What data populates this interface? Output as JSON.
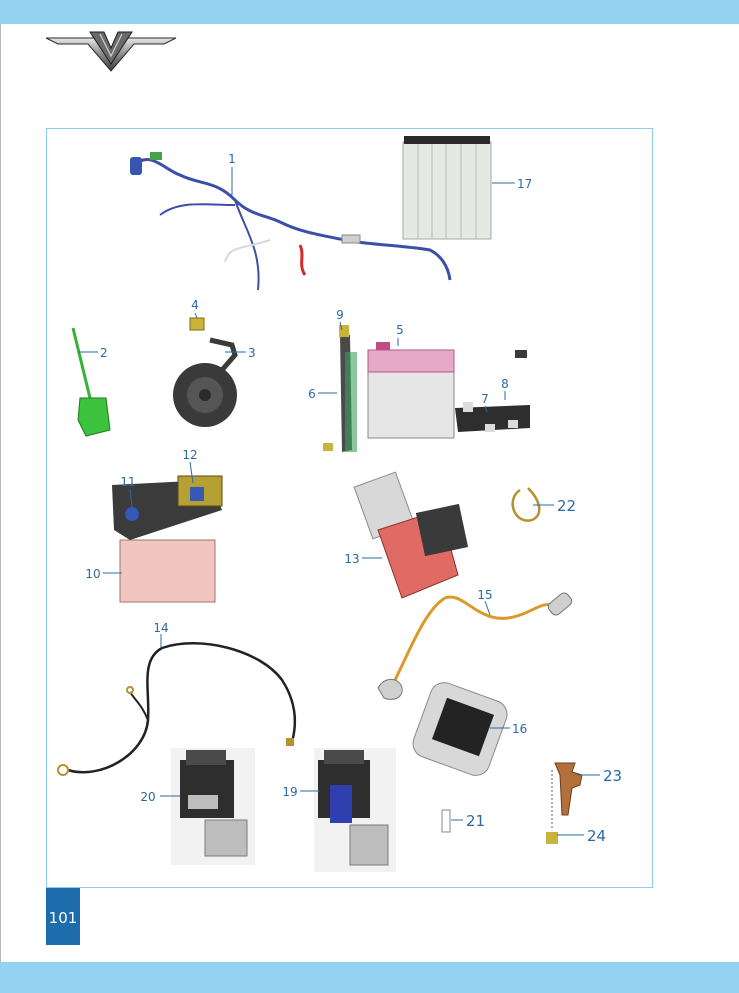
{
  "page": {
    "number": "101"
  },
  "colors": {
    "bar": "#93d2f0",
    "frame": "#8ccde9",
    "label": "#2a6aa8",
    "page_badge": "#1d6cab"
  },
  "logo": {
    "icon": "v-wing-logo-icon"
  },
  "callouts": [
    {
      "id": "1",
      "text": "1"
    },
    {
      "id": "2",
      "text": "2"
    },
    {
      "id": "3",
      "text": "3"
    },
    {
      "id": "4",
      "text": "4"
    },
    {
      "id": "5",
      "text": "5"
    },
    {
      "id": "6",
      "text": "6"
    },
    {
      "id": "7",
      "text": "7"
    },
    {
      "id": "8",
      "text": "8"
    },
    {
      "id": "9",
      "text": "9"
    },
    {
      "id": "10",
      "text": "10"
    },
    {
      "id": "11",
      "text": "11"
    },
    {
      "id": "12",
      "text": "12"
    },
    {
      "id": "13",
      "text": "13"
    },
    {
      "id": "14",
      "text": "14"
    },
    {
      "id": "15",
      "text": "15"
    },
    {
      "id": "16",
      "text": "16"
    },
    {
      "id": "17",
      "text": "17"
    },
    {
      "id": "19",
      "text": "19"
    },
    {
      "id": "20",
      "text": "20"
    },
    {
      "id": "21",
      "text": "21"
    },
    {
      "id": "22",
      "text": "22"
    },
    {
      "id": "23",
      "text": "23"
    },
    {
      "id": "24",
      "text": "24"
    }
  ]
}
